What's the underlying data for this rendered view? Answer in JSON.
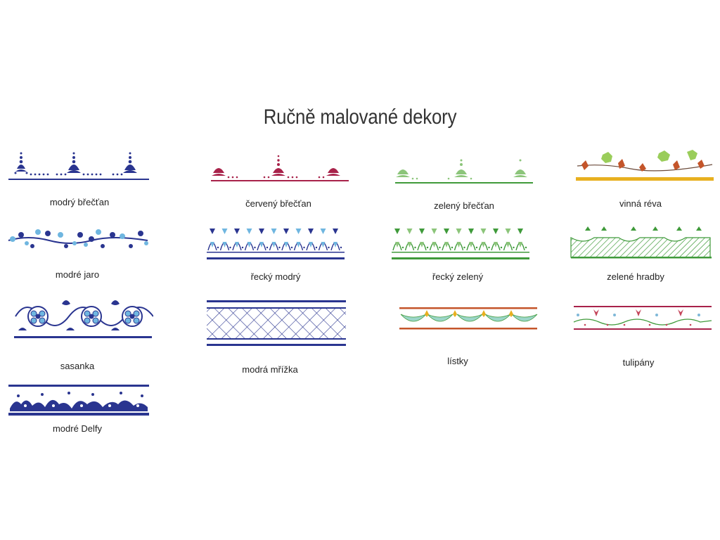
{
  "title": "Ručně malované dekory",
  "colors": {
    "blue": "#2a3590",
    "lightblue": "#6fb6e0",
    "red": "#a8224a",
    "green": "#3f9a3a",
    "lightgreen": "#8cc57a",
    "yellow": "#e8b020"
  },
  "decors": [
    {
      "label": "modrý břečťan"
    },
    {
      "label": "červený břečťan"
    },
    {
      "label": "zelený břečťan"
    },
    {
      "label": "vinná réva"
    },
    {
      "label": "modré jaro"
    },
    {
      "label": "řecký modrý"
    },
    {
      "label": "řecký zelený"
    },
    {
      "label": "zelené hradby"
    },
    {
      "label": "sasanka"
    },
    {
      "label": "modrá mřížka"
    },
    {
      "label": "lístky"
    },
    {
      "label": "tulipány"
    },
    {
      "label": "modré Delfy"
    }
  ]
}
